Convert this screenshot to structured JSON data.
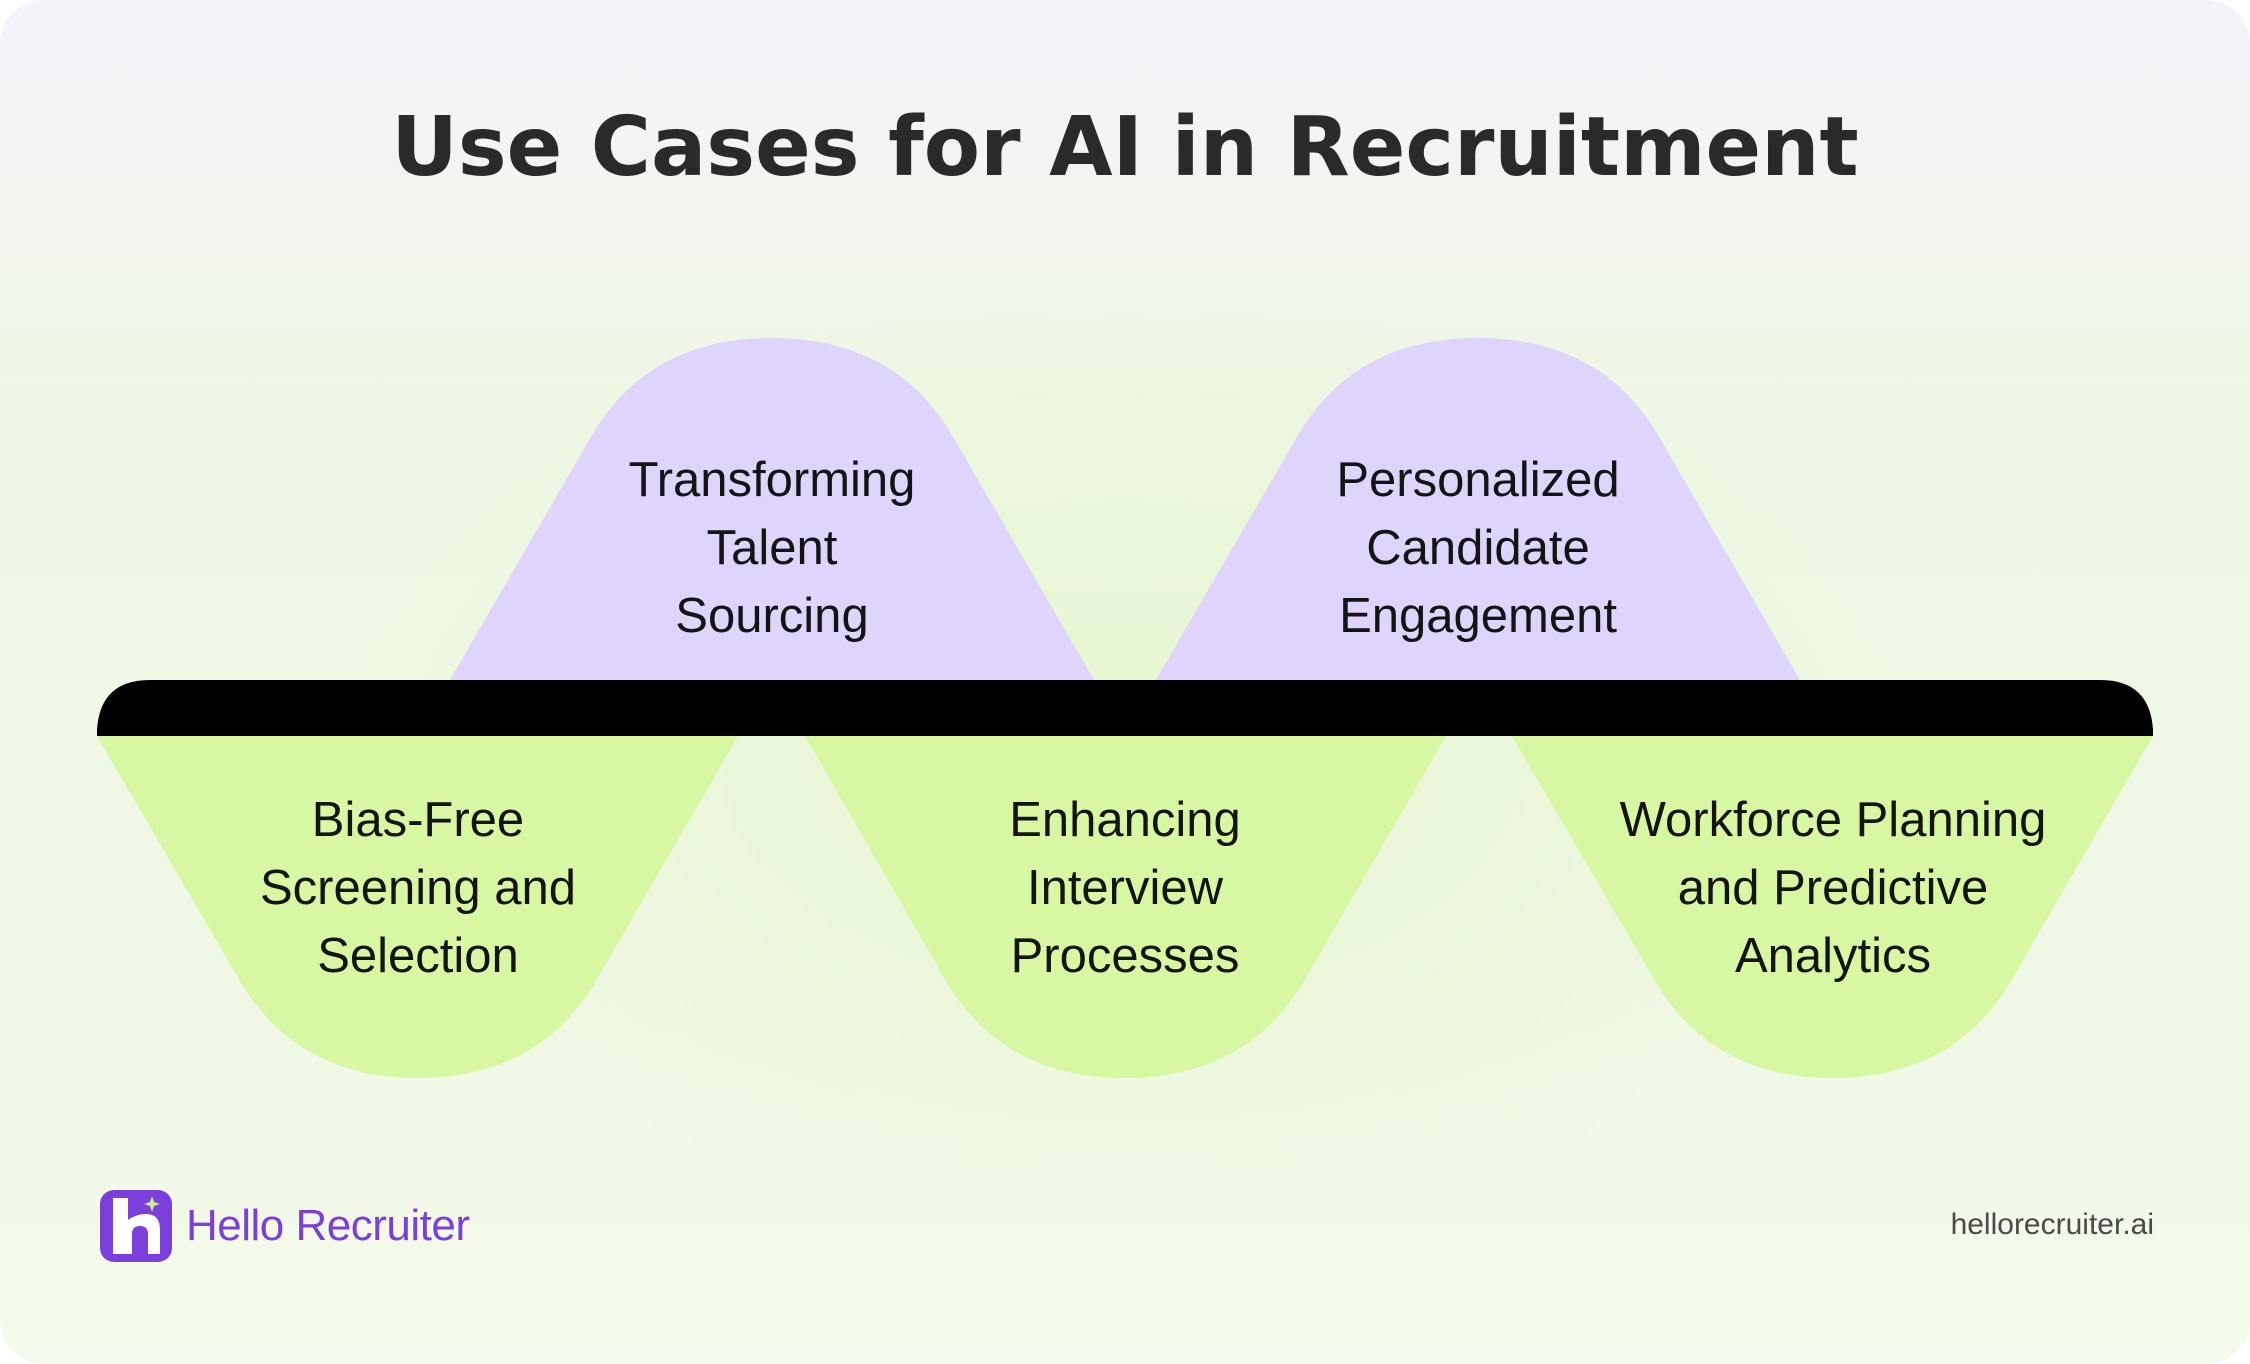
{
  "title": "Use Cases for AI in Recruitment",
  "top_items": [
    {
      "lines": [
        "Transforming",
        "Talent",
        "Sourcing"
      ]
    },
    {
      "lines": [
        "Personalized",
        "Candidate",
        "Engagement"
      ]
    }
  ],
  "bottom_items": [
    {
      "lines": [
        "Bias-Free",
        "Screening and",
        "Selection"
      ]
    },
    {
      "lines": [
        "Enhancing",
        "Interview",
        "Processes"
      ]
    },
    {
      "lines": [
        "Workforce Planning",
        "and Predictive",
        "Analytics"
      ]
    }
  ],
  "brand": {
    "name": "Hello Recruiter",
    "icon": "hello-recruiter-logo-icon"
  },
  "website": "hellorecruiter.ai",
  "colors": {
    "top_shape": "#dfd4fc",
    "bottom_shape": "#d7f7a3",
    "bar": "#000000",
    "brand": "#7b3fdc"
  }
}
